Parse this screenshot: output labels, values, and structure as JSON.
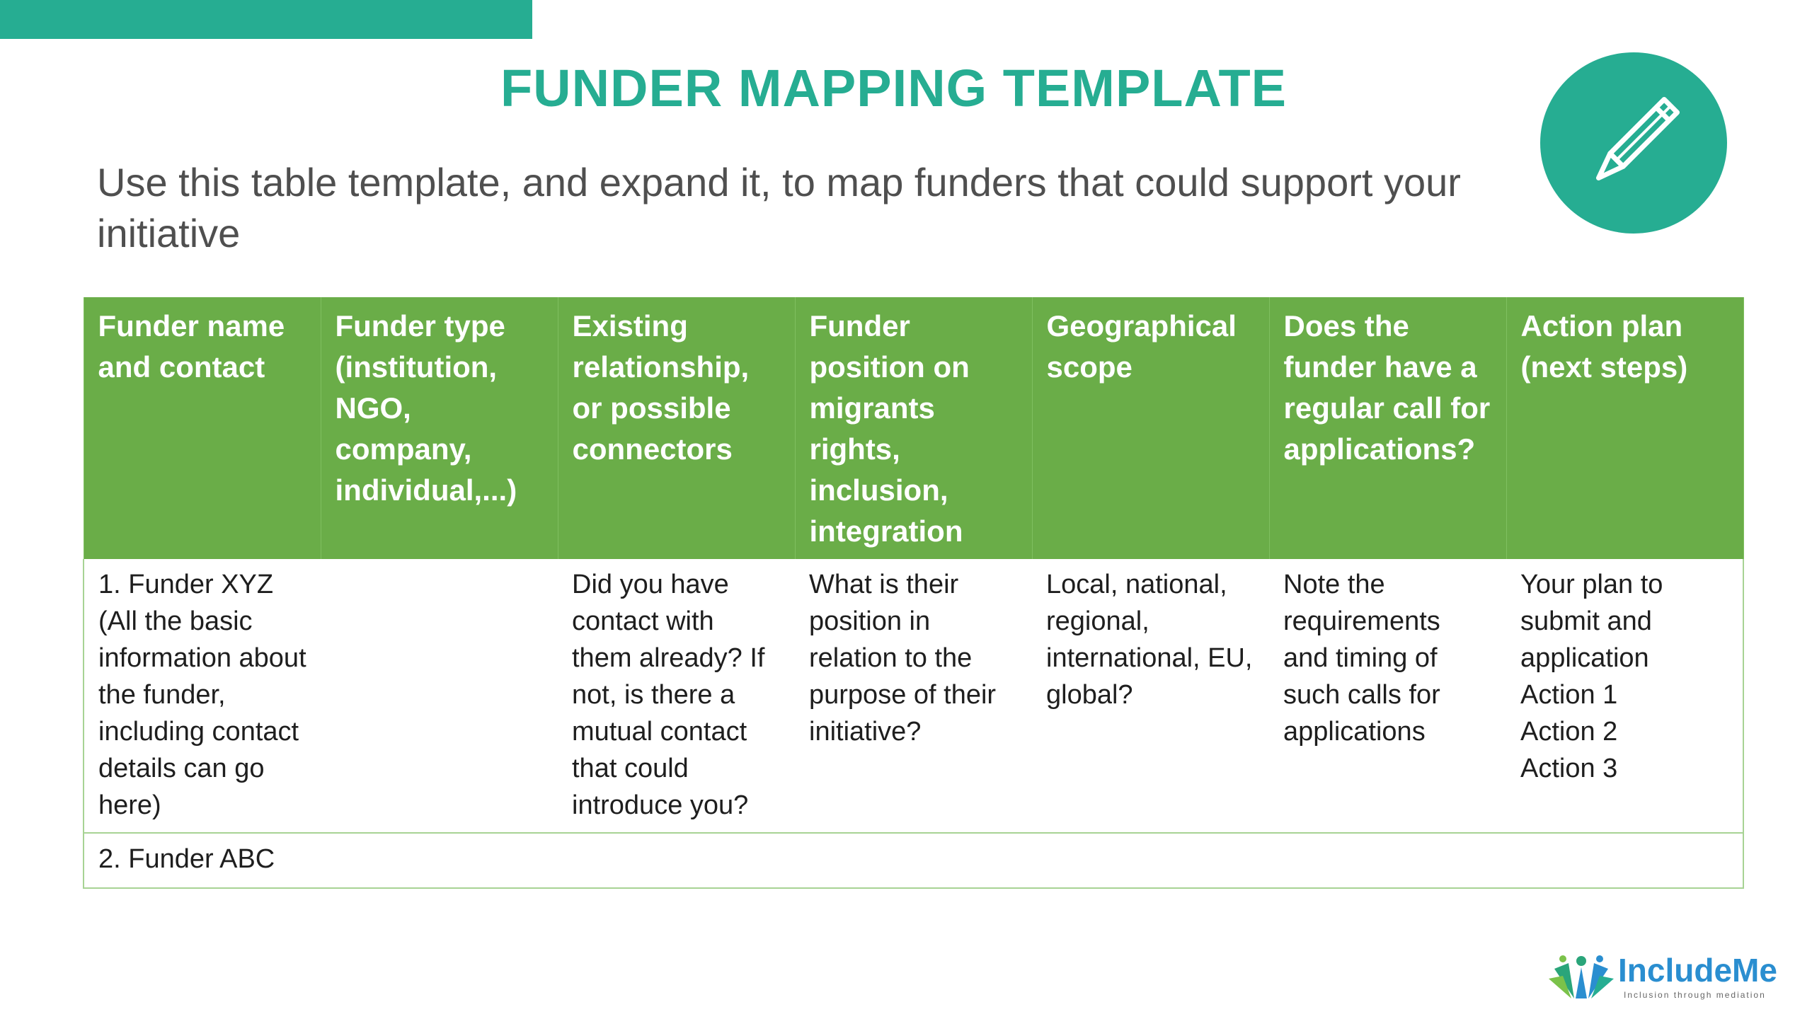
{
  "slide": {
    "title": "FUNDER MAPPING TEMPLATE",
    "subtitle": "Use this table template,  and expand it, to map funders that could support your initiative"
  },
  "table": {
    "headers": [
      "Funder name and contact",
      "Funder type (institution, NGO, company, individual,...)",
      "Existing relationship, or possible connectors",
      "Funder position on migrants rights, inclusion, integration",
      "Geographical scope",
      "Does the funder have a regular call for applications?",
      "Action plan (next steps)"
    ],
    "rows": [
      [
        "1. Funder XYZ (All the basic information about the funder, including contact details can go here)",
        "",
        "Did you have contact with them already? If not, is there a mutual contact that could introduce you?",
        "What is their position in relation to the purpose of their initiative?",
        "Local, national, regional, international, EU, global?",
        "Note the requirements and timing of such calls for applications",
        "Your plan to submit and application\nAction 1\nAction 2\nAction 3"
      ],
      [
        "2. Funder ABC",
        "",
        "",
        "",
        "",
        "",
        ""
      ]
    ]
  },
  "logo": {
    "name": "IncludeMe",
    "tagline": "Inclusion through mediation"
  },
  "icons": {
    "badge": "pencil-icon",
    "logo_mark": "includeme-logo-mark-icon"
  },
  "colors": {
    "accent": "#26ad92",
    "header_green": "#6aad48",
    "logo_blue": "#2a8ed0"
  }
}
